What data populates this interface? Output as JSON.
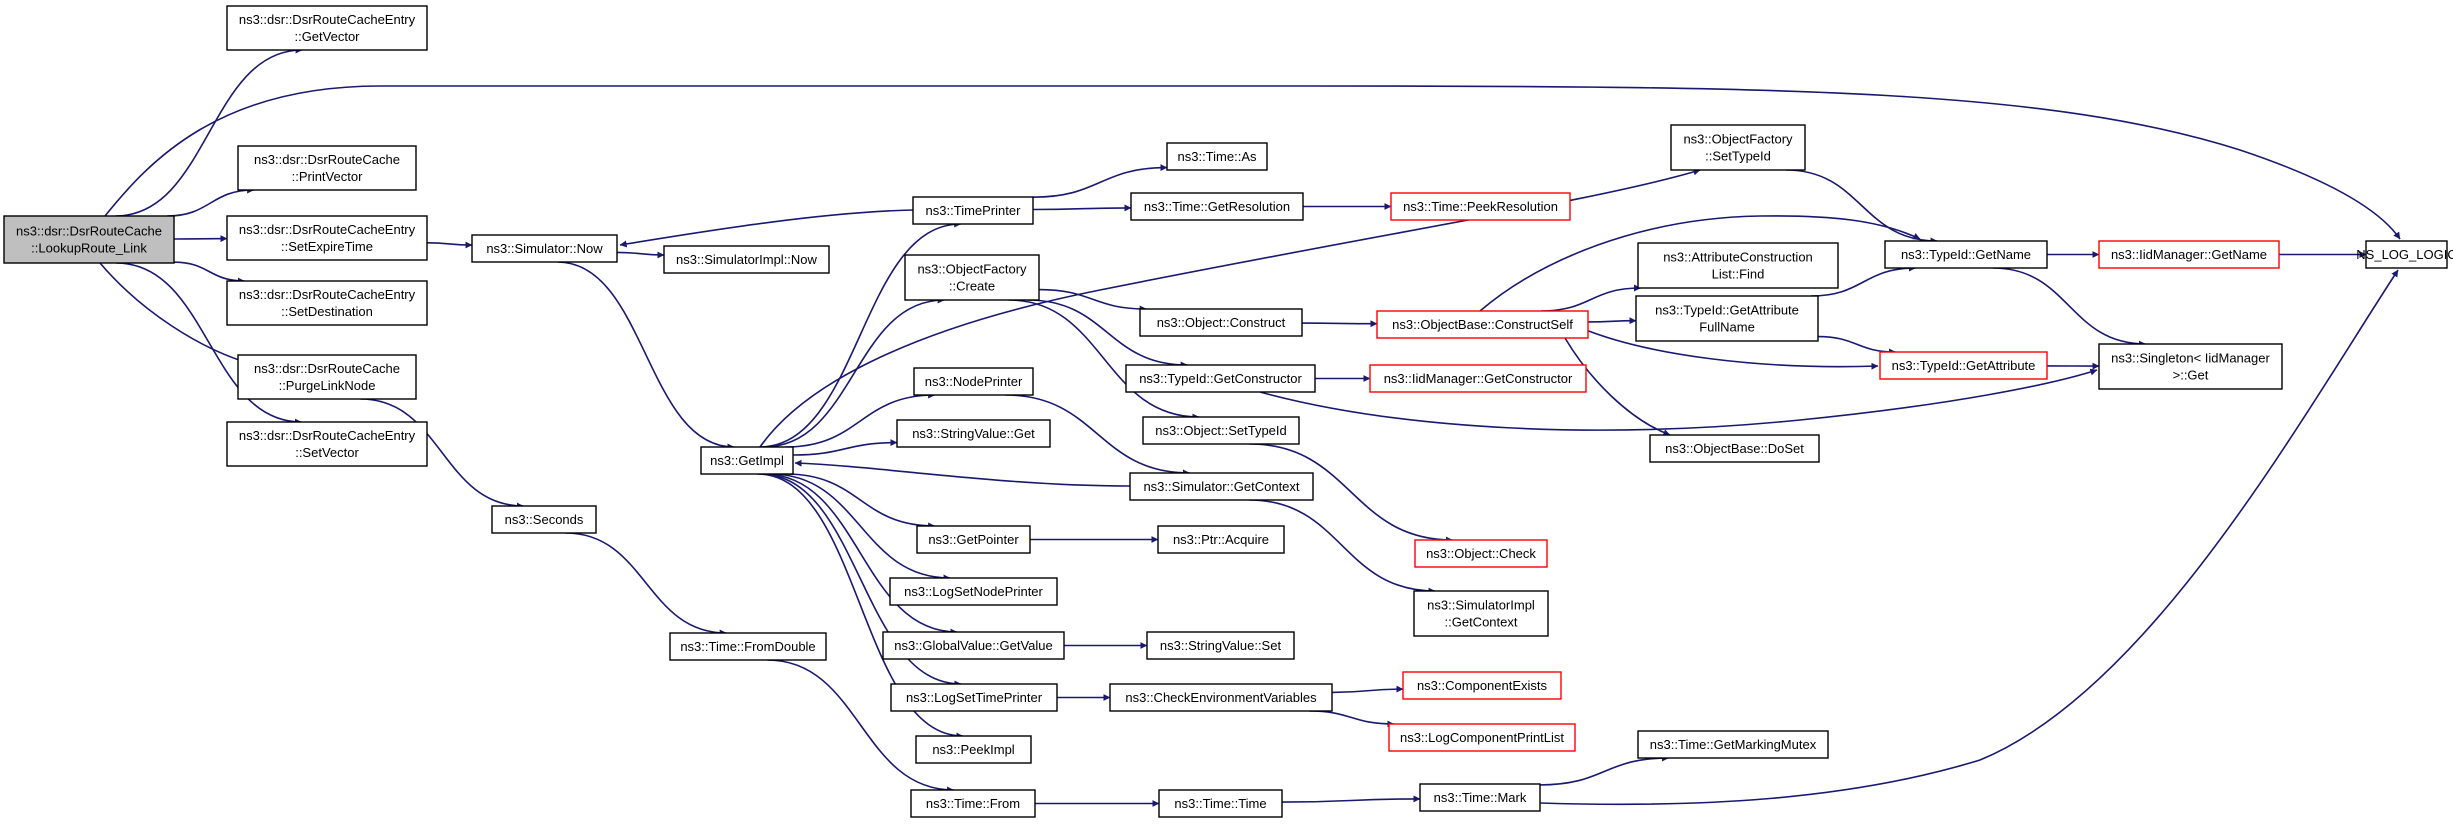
{
  "colors": {
    "edge": "#191970",
    "node_border": "#000000",
    "node_border_truncated": "#ff0000",
    "node_fill": "#ffffff",
    "node_fill_current": "#bfbfbf"
  },
  "nodes": [
    {
      "id": "lookup_route_link",
      "lines": [
        "ns3::dsr::DsrRouteCache",
        "::LookupRoute_Link"
      ],
      "style": "current"
    },
    {
      "id": "entry_get_vector",
      "lines": [
        "ns3::dsr::DsrRouteCacheEntry",
        "::GetVector"
      ],
      "style": "normal"
    },
    {
      "id": "print_vector",
      "lines": [
        "ns3::dsr::DsrRouteCache",
        "::PrintVector"
      ],
      "style": "normal"
    },
    {
      "id": "set_expire_time",
      "lines": [
        "ns3::dsr::DsrRouteCacheEntry",
        "::SetExpireTime"
      ],
      "style": "normal"
    },
    {
      "id": "set_destination",
      "lines": [
        "ns3::dsr::DsrRouteCacheEntry",
        "::SetDestination"
      ],
      "style": "normal"
    },
    {
      "id": "purge_link_node",
      "lines": [
        "ns3::dsr::DsrRouteCache",
        "::PurgeLinkNode"
      ],
      "style": "normal"
    },
    {
      "id": "entry_set_vector",
      "lines": [
        "ns3::dsr::DsrRouteCacheEntry",
        "::SetVector"
      ],
      "style": "normal"
    },
    {
      "id": "simulator_now",
      "lines": [
        "ns3::Simulator::Now"
      ],
      "style": "normal"
    },
    {
      "id": "simulatorimpl_now",
      "lines": [
        "ns3::SimulatorImpl::Now"
      ],
      "style": "normal"
    },
    {
      "id": "seconds",
      "lines": [
        "ns3::Seconds"
      ],
      "style": "normal"
    },
    {
      "id": "time_from_double",
      "lines": [
        "ns3::Time::FromDouble"
      ],
      "style": "normal"
    },
    {
      "id": "get_impl",
      "lines": [
        "ns3::GetImpl"
      ],
      "style": "normal"
    },
    {
      "id": "time_printer",
      "lines": [
        "ns3::TimePrinter"
      ],
      "style": "normal"
    },
    {
      "id": "object_factory_create",
      "lines": [
        "ns3::ObjectFactory",
        "::Create"
      ],
      "style": "normal"
    },
    {
      "id": "node_printer",
      "lines": [
        "ns3::NodePrinter"
      ],
      "style": "normal"
    },
    {
      "id": "string_value_get",
      "lines": [
        "ns3::StringValue::Get"
      ],
      "style": "normal"
    },
    {
      "id": "get_pointer",
      "lines": [
        "ns3::GetPointer"
      ],
      "style": "normal"
    },
    {
      "id": "log_set_node_printer",
      "lines": [
        "ns3::LogSetNodePrinter"
      ],
      "style": "normal"
    },
    {
      "id": "global_value_get_value",
      "lines": [
        "ns3::GlobalValue::GetValue"
      ],
      "style": "normal"
    },
    {
      "id": "log_set_time_printer",
      "lines": [
        "ns3::LogSetTimePrinter"
      ],
      "style": "normal"
    },
    {
      "id": "peek_impl",
      "lines": [
        "ns3::PeekImpl"
      ],
      "style": "normal"
    },
    {
      "id": "time_from",
      "lines": [
        "ns3::Time::From"
      ],
      "style": "normal"
    },
    {
      "id": "time_as",
      "lines": [
        "ns3::Time::As"
      ],
      "style": "normal"
    },
    {
      "id": "time_get_resolution",
      "lines": [
        "ns3::Time::GetResolution"
      ],
      "style": "normal"
    },
    {
      "id": "time_peek_resolution",
      "lines": [
        "ns3::Time::PeekResolution"
      ],
      "style": "truncated"
    },
    {
      "id": "object_construct",
      "lines": [
        "ns3::Object::Construct"
      ],
      "style": "normal"
    },
    {
      "id": "typeid_get_constructor",
      "lines": [
        "ns3::TypeId::GetConstructor"
      ],
      "style": "normal"
    },
    {
      "id": "object_set_typeid",
      "lines": [
        "ns3::Object::SetTypeId"
      ],
      "style": "normal"
    },
    {
      "id": "simulator_get_context",
      "lines": [
        "ns3::Simulator::GetContext"
      ],
      "style": "normal"
    },
    {
      "id": "ptr_acquire",
      "lines": [
        "ns3::Ptr::Acquire"
      ],
      "style": "normal"
    },
    {
      "id": "string_value_set",
      "lines": [
        "ns3::StringValue::Set"
      ],
      "style": "normal"
    },
    {
      "id": "check_env_vars",
      "lines": [
        "ns3::CheckEnvironmentVariables"
      ],
      "style": "normal"
    },
    {
      "id": "time_time",
      "lines": [
        "ns3::Time::Time"
      ],
      "style": "normal"
    },
    {
      "id": "time_mark",
      "lines": [
        "ns3::Time::Mark"
      ],
      "style": "normal"
    },
    {
      "id": "objectbase_construct_self",
      "lines": [
        "ns3::ObjectBase::ConstructSelf"
      ],
      "style": "truncated"
    },
    {
      "id": "iidmanager_get_constructor",
      "lines": [
        "ns3::IidManager::GetConstructor"
      ],
      "style": "truncated"
    },
    {
      "id": "object_check",
      "lines": [
        "ns3::Object::Check"
      ],
      "style": "truncated"
    },
    {
      "id": "simulatorimpl_get_context",
      "lines": [
        "ns3::SimulatorImpl",
        "::GetContext"
      ],
      "style": "normal"
    },
    {
      "id": "component_exists",
      "lines": [
        "ns3::ComponentExists"
      ],
      "style": "truncated"
    },
    {
      "id": "log_component_print_list",
      "lines": [
        "ns3::LogComponentPrintList"
      ],
      "style": "truncated"
    },
    {
      "id": "object_factory_set_typeid",
      "lines": [
        "ns3::ObjectFactory",
        "::SetTypeId"
      ],
      "style": "normal"
    },
    {
      "id": "attribute_construction_list_find",
      "lines": [
        "ns3::AttributeConstruction",
        "List::Find"
      ],
      "style": "normal"
    },
    {
      "id": "typeid_get_attribute_full_name",
      "lines": [
        "ns3::TypeId::GetAttribute",
        "FullName"
      ],
      "style": "normal"
    },
    {
      "id": "objectbase_doset",
      "lines": [
        "ns3::ObjectBase::DoSet"
      ],
      "style": "normal"
    },
    {
      "id": "time_get_marking_mutex",
      "lines": [
        "ns3::Time::GetMarkingMutex"
      ],
      "style": "normal"
    },
    {
      "id": "typeid_get_name",
      "lines": [
        "ns3::TypeId::GetName"
      ],
      "style": "normal"
    },
    {
      "id": "typeid_get_attribute",
      "lines": [
        "ns3::TypeId::GetAttribute"
      ],
      "style": "truncated"
    },
    {
      "id": "iidmanager_get_name",
      "lines": [
        "ns3::IidManager::GetName"
      ],
      "style": "truncated"
    },
    {
      "id": "singleton_iidmanager_get",
      "lines": [
        "ns3::Singleton< IidManager",
        ">::Get"
      ],
      "style": "normal"
    },
    {
      "id": "ns_log_logic",
      "lines": [
        "NS_LOG_LOGIC"
      ],
      "style": "normal"
    }
  ],
  "edges": [
    [
      "lookup_route_link",
      "entry_get_vector"
    ],
    [
      "lookup_route_link",
      "print_vector"
    ],
    [
      "lookup_route_link",
      "set_expire_time"
    ],
    [
      "lookup_route_link",
      "set_destination"
    ],
    [
      "lookup_route_link",
      "purge_link_node"
    ],
    [
      "lookup_route_link",
      "entry_set_vector"
    ],
    [
      "lookup_route_link",
      "ns_log_logic"
    ],
    [
      "set_expire_time",
      "simulator_now"
    ],
    [
      "purge_link_node",
      "seconds"
    ],
    [
      "simulator_now",
      "simulatorimpl_now"
    ],
    [
      "simulator_now",
      "get_impl"
    ],
    [
      "time_printer",
      "simulator_now"
    ],
    [
      "seconds",
      "time_from_double"
    ],
    [
      "time_from_double",
      "time_from"
    ],
    [
      "get_impl",
      "time_printer"
    ],
    [
      "get_impl",
      "object_factory_create"
    ],
    [
      "get_impl",
      "node_printer"
    ],
    [
      "get_impl",
      "string_value_get"
    ],
    [
      "get_impl",
      "get_pointer"
    ],
    [
      "get_impl",
      "log_set_node_printer"
    ],
    [
      "get_impl",
      "global_value_get_value"
    ],
    [
      "get_impl",
      "log_set_time_printer"
    ],
    [
      "get_impl",
      "peek_impl"
    ],
    [
      "get_impl",
      "object_factory_set_typeid"
    ],
    [
      "simulator_get_context",
      "get_impl"
    ],
    [
      "time_printer",
      "time_as"
    ],
    [
      "time_printer",
      "time_get_resolution"
    ],
    [
      "time_get_resolution",
      "time_peek_resolution"
    ],
    [
      "object_factory_create",
      "object_construct"
    ],
    [
      "object_factory_create",
      "typeid_get_constructor"
    ],
    [
      "object_factory_create",
      "object_set_typeid"
    ],
    [
      "node_printer",
      "simulator_get_context"
    ],
    [
      "get_pointer",
      "ptr_acquire"
    ],
    [
      "global_value_get_value",
      "string_value_set"
    ],
    [
      "log_set_time_printer",
      "check_env_vars"
    ],
    [
      "time_from",
      "time_time"
    ],
    [
      "time_time",
      "time_mark"
    ],
    [
      "object_construct",
      "objectbase_construct_self"
    ],
    [
      "typeid_get_constructor",
      "iidmanager_get_constructor"
    ],
    [
      "typeid_get_constructor",
      "singleton_iidmanager_get"
    ],
    [
      "object_set_typeid",
      "object_check"
    ],
    [
      "simulator_get_context",
      "simulatorimpl_get_context"
    ],
    [
      "check_env_vars",
      "component_exists"
    ],
    [
      "check_env_vars",
      "log_component_print_list"
    ],
    [
      "time_mark",
      "time_get_marking_mutex"
    ],
    [
      "time_mark",
      "ns_log_logic"
    ],
    [
      "objectbase_construct_self",
      "attribute_construction_list_find"
    ],
    [
      "objectbase_construct_self",
      "typeid_get_attribute_full_name"
    ],
    [
      "objectbase_construct_self",
      "objectbase_doset"
    ],
    [
      "objectbase_construct_self",
      "typeid_get_attribute"
    ],
    [
      "objectbase_construct_self",
      "typeid_get_name"
    ],
    [
      "object_factory_set_typeid",
      "typeid_get_name"
    ],
    [
      "typeid_get_attribute_full_name",
      "typeid_get_name"
    ],
    [
      "typeid_get_attribute_full_name",
      "typeid_get_attribute"
    ],
    [
      "typeid_get_name",
      "iidmanager_get_name"
    ],
    [
      "typeid_get_name",
      "singleton_iidmanager_get"
    ],
    [
      "typeid_get_attribute",
      "singleton_iidmanager_get"
    ],
    [
      "iidmanager_get_name",
      "ns_log_logic"
    ]
  ]
}
